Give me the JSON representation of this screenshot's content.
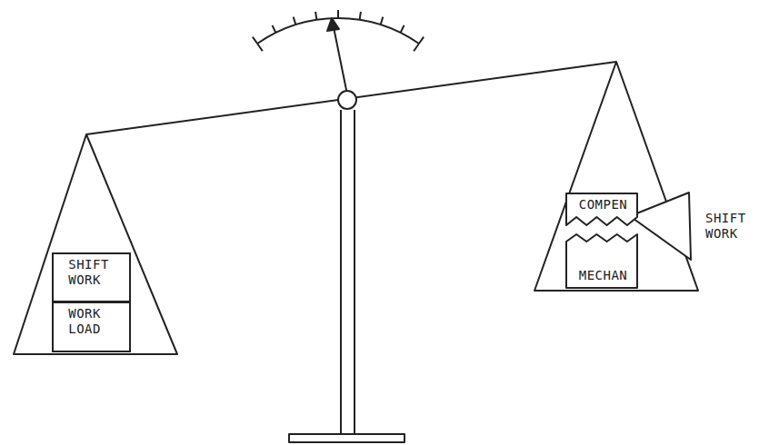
{
  "diagram": {
    "nodes": [
      {
        "text": [
          "SHIFT WORK"
        ]
      },
      {
        "text": [
          "WORK LOAD"
        ]
      },
      {
        "text": [
          "COMPEN"
        ]
      },
      {
        "text": [
          "MECHAN"
        ]
      }
    ],
    "labels": [
      "SHIFT WORK"
    ]
  }
}
